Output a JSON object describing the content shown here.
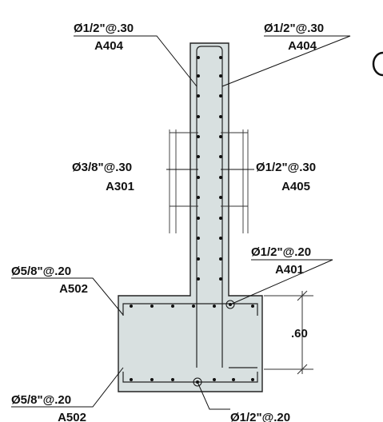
{
  "labels": {
    "top_left_spec": "Ø1/2\"@.30",
    "top_left_mark": "A404",
    "top_right_spec": "Ø1/2\"@.30",
    "top_right_mark": "A404",
    "mid_left_spec": "Ø3/8\"@.30",
    "mid_left_mark": "A301",
    "mid_right_spec": "Ø1/2\"@.30",
    "mid_right_mark": "A405",
    "footing_top_left_spec": "Ø5/8\"@.20",
    "footing_top_left_mark": "A502",
    "footing_right_spec": "Ø1/2\"@.20",
    "footing_right_mark": "A401",
    "footing_bottom_left_spec": "Ø5/8\"@.20",
    "footing_bottom_left_mark": "A502",
    "footing_bottom_right_spec": "Ø1/2\"@.20",
    "dimension_height": ".60"
  },
  "colors": {
    "concrete_fill": "#d8e0e0",
    "line": "#222222"
  }
}
